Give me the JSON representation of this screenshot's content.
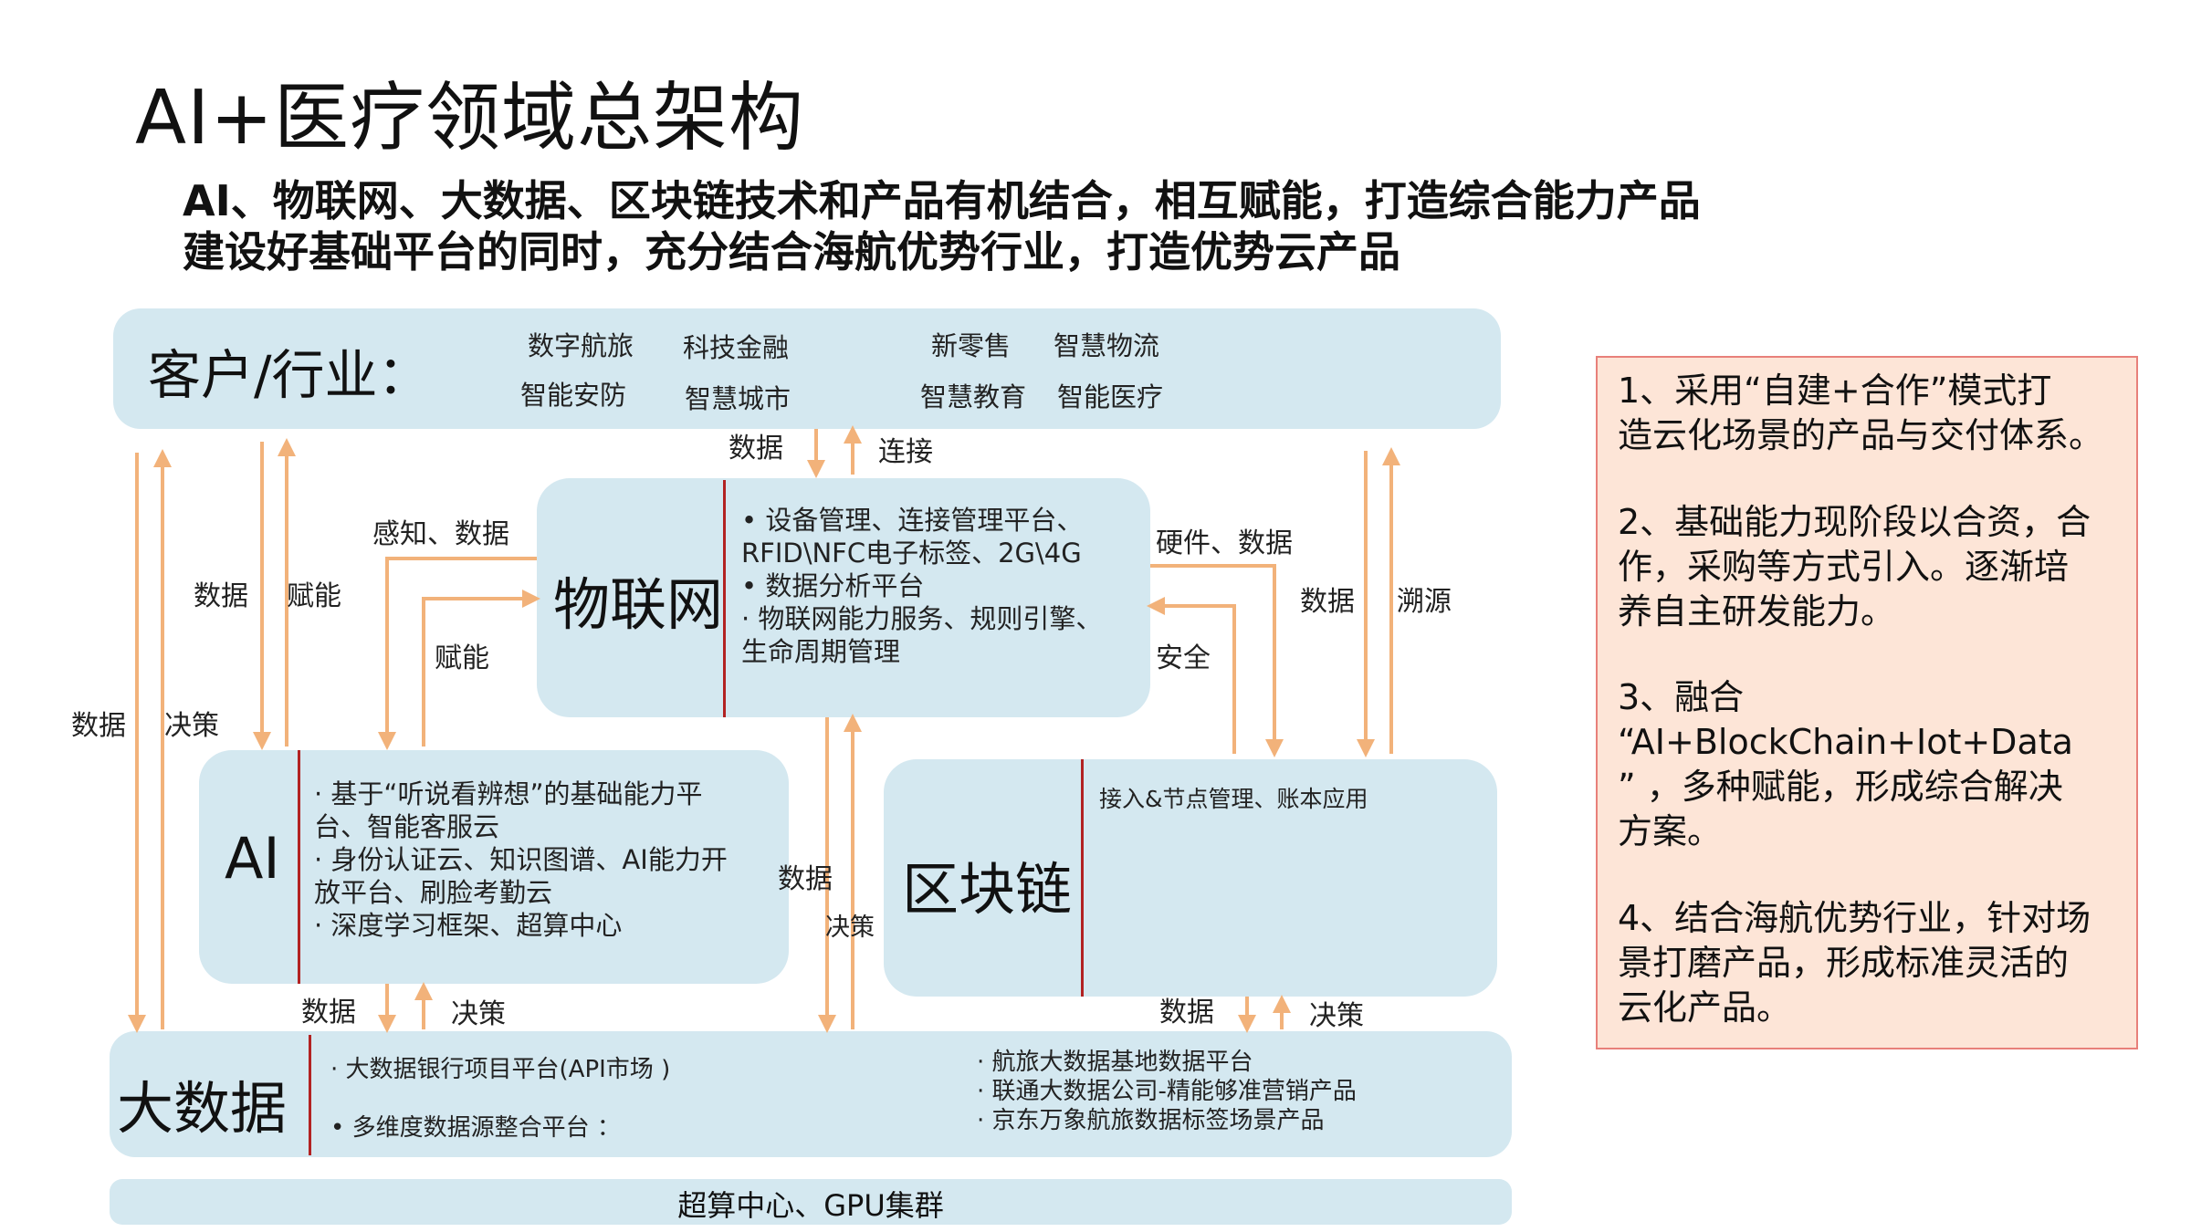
{
  "title": "AI+医疗领域总架构",
  "subtitle_lines": [
    "AI、物联网、大数据、区块链技术和产品有机结合，相互赋能，打造综合能力产品",
    "建设好基础平台的同时，充分结合海航优势行业，打造优势云产品"
  ],
  "customer": {
    "label": "客户/行业：",
    "items": [
      "数字航旅",
      "科技金融",
      "新零售",
      "智慧物流",
      "智能安防",
      "智慧城市",
      "智慧教育",
      "智能医疗"
    ]
  },
  "iot": {
    "label": "物联网",
    "lines": [
      "• 设备管理、连接管理平台、",
      "RFID\\NFC电子标签、2G\\4G",
      "• 数据分析平台",
      "· 物联网能力服务、规则引擎、",
      "生命周期管理"
    ]
  },
  "ai": {
    "label": "AI",
    "lines": [
      "· 基于“听说看辨想”的基础能力平",
      "台、智能客服云",
      "· 身份认证云、知识图谱、AI能力开",
      "放平台、刷脸考勤云",
      "· 深度学习框架、超算中心"
    ]
  },
  "blockchain": {
    "label": "区块链",
    "lines": [
      "接入&节点管理、账本应用"
    ]
  },
  "bigdata": {
    "label": "大数据",
    "left_lines": [
      "· 大数据银行项目平台(API市场 )",
      "• 多维度数据源整合平台 ："
    ],
    "right_lines": [
      "· 航旅大数据基地数据平台",
      "· 联通大数据公司-精能够准营销产品",
      "· 京东万象航旅数据标签场景产品"
    ]
  },
  "bottom_bar": "超算中心、GPU集群",
  "edge_labels": {
    "top_data": "数据",
    "top_connect": "连接",
    "sense_data": "感知、数据",
    "left_data": "数据",
    "left_enable": "赋能",
    "enable": "赋能",
    "far_data": "数据",
    "far_decision": "决策",
    "hw_data": "硬件、数据",
    "security": "安全",
    "right_data": "数据",
    "trace": "溯源",
    "mid_data": "数据",
    "mid_decision": "决策",
    "ai_data": "数据",
    "ai_decision": "决策",
    "bc_data": "数据",
    "bc_decision": "决策"
  },
  "notes": [
    [
      "1、采用“自建+合作”模式打",
      "造云化场景的产品与交付体系。"
    ],
    [
      "2、基础能力现阶段以合资，合",
      "作，采购等方式引入。逐渐培",
      "养自主研发能力。"
    ],
    [
      "3、融合",
      " “AI+BlockChain+Iot+Data",
      "” ，多种赋能，形成综合解决",
      "方案。"
    ],
    [
      "4、结合海航优势行业，针对场",
      "景打磨产品，形成标准灵活的",
      "云化产品。"
    ]
  ],
  "colors": {
    "panel": "#d4e8f0",
    "arrow": "#f2b27a",
    "divider": "#b22222",
    "note_bg": "#fde5d7",
    "note_border": "#e8807a"
  }
}
